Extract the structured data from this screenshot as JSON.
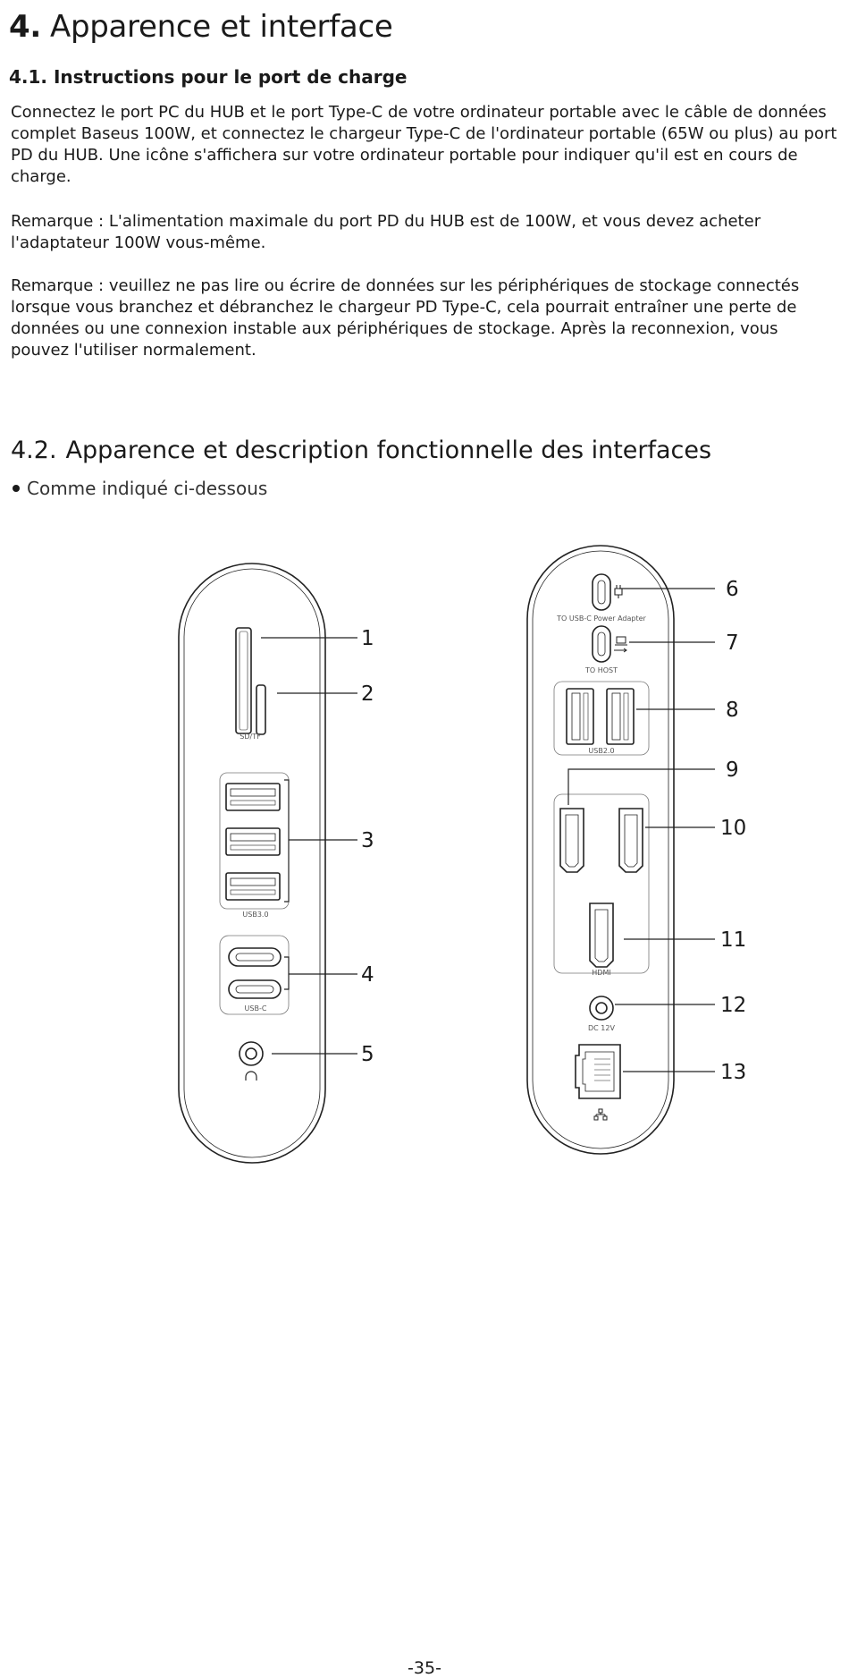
{
  "section": {
    "number": "4.",
    "title": "Apparence et interface"
  },
  "subsection1": {
    "title": "4.1. Instructions pour le port de charge"
  },
  "paragraphs": [
    "Connectez le port PC du HUB et le port Type-C de votre ordinateur portable avec le câble de données complet Baseus 100W, et connectez le chargeur Type-C de l'ordinateur portable (65W ou plus) au port PD du HUB. Une icône s'affichera sur votre ordinateur portable pour indiquer qu'il est en cours de charge.",
    "Remarque : L'alimentation maximale du port PD du HUB est de 100W, et vous devez acheter l'adaptateur 100W vous-même.",
    "Remarque : veuillez ne pas lire ou écrire de données sur les périphériques de stockage connectés lorsque vous branchez et débranchez le chargeur PD Type-C, cela pourrait entraîner une perte de données ou une connexion instable aux périphériques de stockage. Après la reconnexion, vous pouvez l'utiliser normalement."
  ],
  "subsection2": {
    "number": "4.2.",
    "title": "Apparence et description fonctionnelle des interfaces"
  },
  "bullet": "Comme indiqué ci-dessous",
  "diagram": {
    "left_labels": {
      "sd_tf": "SD/TF",
      "usb30": "USB3.0",
      "usbc": "USB-C"
    },
    "right_labels": {
      "power_adapter": "TO USB-C Power Adapter",
      "to_host": "TO HOST",
      "usb20": "USB2.0",
      "hdmi": "HDMI",
      "dc": "DC 12V"
    },
    "callouts": [
      "1",
      "2",
      "3",
      "4",
      "5",
      "6",
      "7",
      "8",
      "9",
      "10",
      "11",
      "12",
      "13"
    ]
  },
  "footer": {
    "page_number": "-35-"
  }
}
